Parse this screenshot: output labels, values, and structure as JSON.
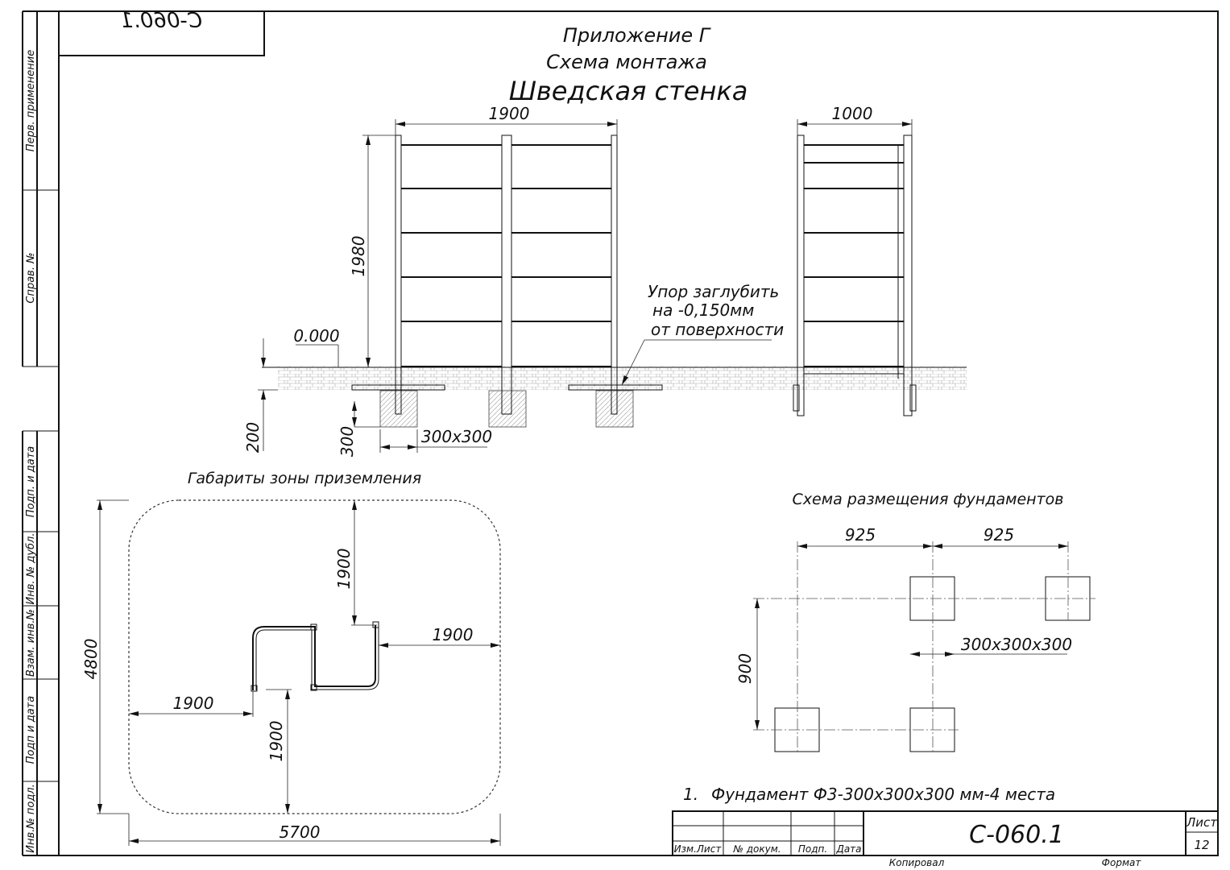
{
  "stamp_code_mirrored": "C-060.1",
  "appendix_title": "Приложение Г",
  "subtitle": "Схема монтажа",
  "product_name": "Шведская стенка",
  "side_labels": {
    "perv_primenenie": "Перв. применение",
    "sprav_no": "Справ. №",
    "podp_i_data_1": "Подп. и дата",
    "inv_no_dubl": "Инв. № дубл.",
    "vzam_inv_no": "Взам. инв.№",
    "podp_i_data_2": "Подп и дата",
    "inv_no_podl": "Инв.№ подл."
  },
  "front_view": {
    "width_dim": "1900",
    "height_dim": "1980",
    "level_mark": "0.000",
    "depth_dim_200": "200",
    "depth_dim_300": "300",
    "foundation_size": "300x300",
    "note_line1": "Упор заглубить",
    "note_line2": "на -0,150мм",
    "note_line3": "от поверхности"
  },
  "side_view": {
    "width_dim": "1000"
  },
  "zone": {
    "title": "Габариты зоны приземления",
    "dim_width": "5700",
    "dim_height": "4800",
    "dim_top": "1900",
    "dim_right": "1900",
    "dim_left": "1900",
    "dim_bottom": "1900"
  },
  "foundations": {
    "title": "Схема размещения фундаментов",
    "dim_left": "925",
    "dim_right": "925",
    "dim_vertical": "900",
    "size_label": "300x300x300"
  },
  "note": {
    "number": "1.",
    "text": "Фундамент Ф3-300х300х300 мм-4 места"
  },
  "title_block": {
    "doc_code": "С-060.1",
    "sheet_label": "Лист",
    "sheet_number": "12",
    "col_izm_list": "Изм.Лист",
    "col_no_dokum": "№ докум.",
    "col_podp": "Подп.",
    "col_data": "Дата",
    "kopiroval": "Копировал",
    "format": "Формат"
  }
}
